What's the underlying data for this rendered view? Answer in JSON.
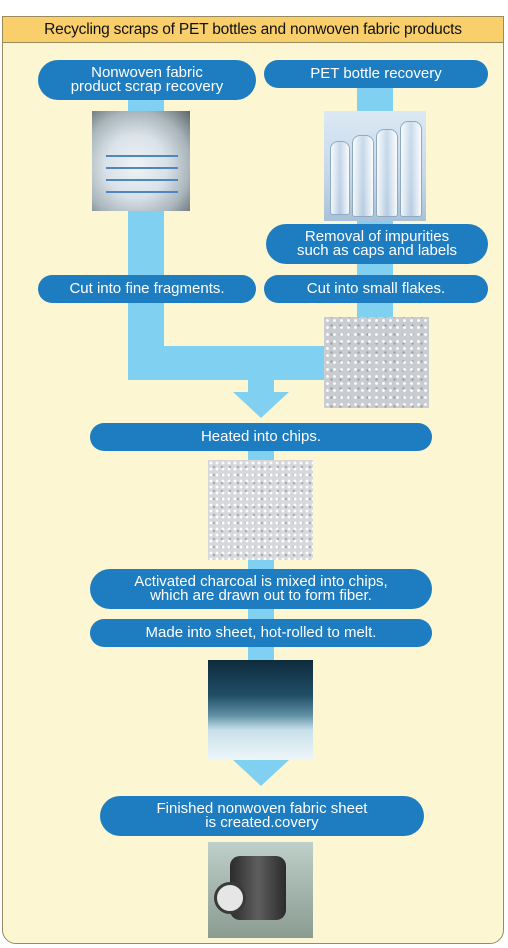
{
  "header": {
    "title": "Recycling scraps of PET bottles and nonwoven fabric products"
  },
  "steps": {
    "nonwoven_recovery_line1": "Nonwoven fabric",
    "nonwoven_recovery_line2": "product scrap recovery",
    "pet_recovery": "PET bottle recovery",
    "remove_impurities_line1": "Removal of impurities",
    "remove_impurities_line2": "such as caps and labels",
    "cut_fine": "Cut into fine fragments.",
    "cut_small": "Cut into small flakes.",
    "heated_chips": "Heated into chips.",
    "activated_line1": "Activated charcoal is mixed into chips,",
    "activated_line2": "which are drawn out to form fiber.",
    "made_sheet": "Made into sheet, hot-rolled to melt.",
    "finished_line1": "Finished nonwoven fabric sheet",
    "finished_line2": "is created.covery"
  },
  "colors": {
    "background": "#fdf6d2",
    "title_bar": "#f9cf6b",
    "step_pill": "#1e7dc0",
    "flow": "#80d0f1"
  }
}
